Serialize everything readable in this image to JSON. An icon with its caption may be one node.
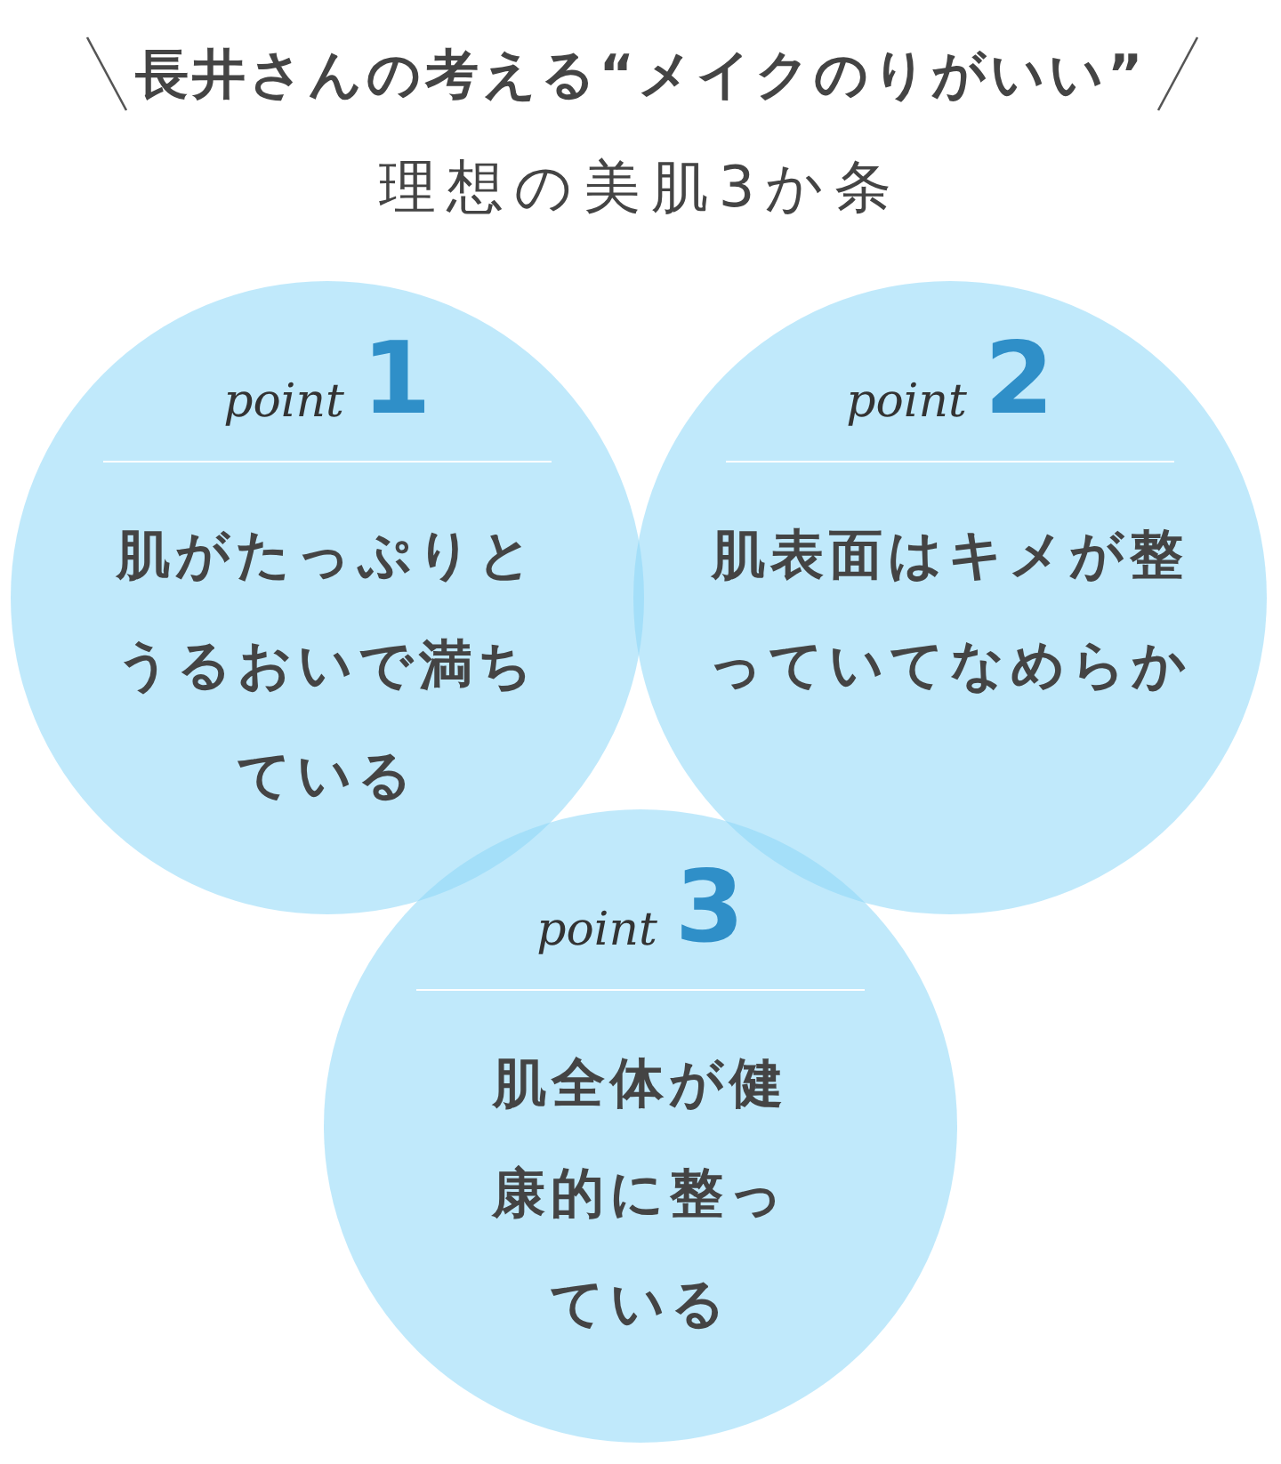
{
  "diagram": {
    "title": "長井さんの考える“メイクのりがいい”",
    "nodes": [
      {
        "text": [
          "point",
          "1",
          "肌がたっぷりとうるおいで満ちている"
        ]
      },
      {
        "text": [
          "point",
          "2",
          "肌表面はキメが整っていてなめらか"
        ]
      },
      {
        "text": [
          "point",
          "3",
          "肌全体が健康的に整っている"
        ]
      }
    ],
    "labels": [
      "理想の美肌3か条"
    ]
  }
}
